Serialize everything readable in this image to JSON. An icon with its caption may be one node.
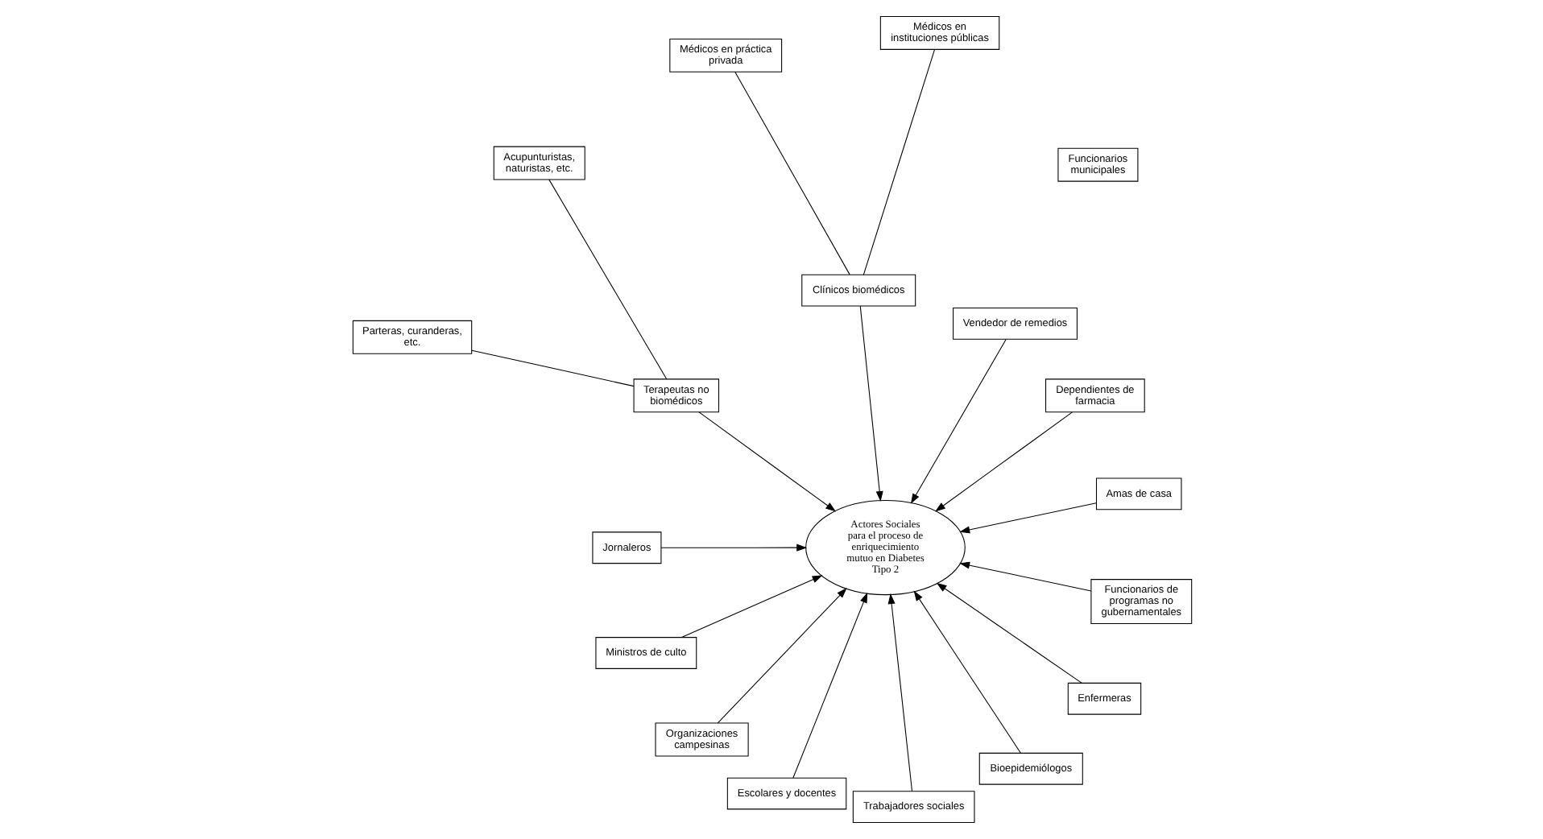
{
  "diagram": {
    "nodes": [
      {
        "text": [
          "Amas de casa"
        ]
      },
      {
        "text": [
          "Dependientes de farmacia"
        ]
      },
      {
        "text": [
          "Vendedor de remedios"
        ]
      },
      {
        "text": [
          "Médicos en práctica privada"
        ]
      },
      {
        "text": [
          "Parteras, curanderas, etc."
        ]
      },
      {
        "text": [
          "Clínicos biomédicos"
        ]
      },
      {
        "text": [
          "Terapeutas no biomédicos"
        ]
      },
      {
        "text": [
          "Médicos en instituciones públicas"
        ]
      },
      {
        "text": [
          "Actores Sociales para el proceso de enriquecimiento mutuo en Diabetes Tipo 2"
        ]
      },
      {
        "text": [
          "Acupunturistas, naturistas, etc."
        ]
      },
      {
        "text": [
          "Jornaleros"
        ]
      },
      {
        "text": [
          "Ministros de culto"
        ]
      },
      {
        "text": [
          "Organizaciones campesinas"
        ]
      },
      {
        "text": [
          "Escolares y docentes"
        ]
      },
      {
        "text": [
          "Trabajadores sociales"
        ]
      },
      {
        "text": [
          "Funcionarios municipales"
        ]
      },
      {
        "text": [
          "Bioepidemiólogos"
        ]
      },
      {
        "text": [
          "Enfermeras"
        ]
      },
      {
        "text": [
          "Funcionarios de programas no gubernamentales"
        ]
      }
    ],
    "edges": [
      {
        "from": 0,
        "to": 8,
        "arrow": "to"
      },
      {
        "from": 1,
        "to": 8,
        "arrow": "to"
      },
      {
        "from": 2,
        "to": 8,
        "arrow": "to"
      },
      {
        "from": 3,
        "to": 5,
        "arrow": "none"
      },
      {
        "from": 4,
        "to": 6,
        "arrow": "none"
      },
      {
        "from": 5,
        "to": 8,
        "arrow": "to"
      },
      {
        "from": 6,
        "to": 8,
        "arrow": "to"
      },
      {
        "from": 5,
        "to": 7,
        "arrow": "none"
      },
      {
        "from": 6,
        "to": 9,
        "arrow": "none"
      },
      {
        "from": 10,
        "to": 8,
        "arrow": "to"
      },
      {
        "from": 11,
        "to": 8,
        "arrow": "to"
      },
      {
        "from": 12,
        "to": 8,
        "arrow": "to"
      },
      {
        "from": 13,
        "to": 8,
        "arrow": "to"
      },
      {
        "from": 14,
        "to": 8,
        "arrow": "to"
      },
      {
        "from": 16,
        "to": 8,
        "arrow": "to"
      },
      {
        "from": 17,
        "to": 8,
        "arrow": "to"
      },
      {
        "from": 18,
        "to": 8,
        "arrow": "to"
      }
    ]
  }
}
